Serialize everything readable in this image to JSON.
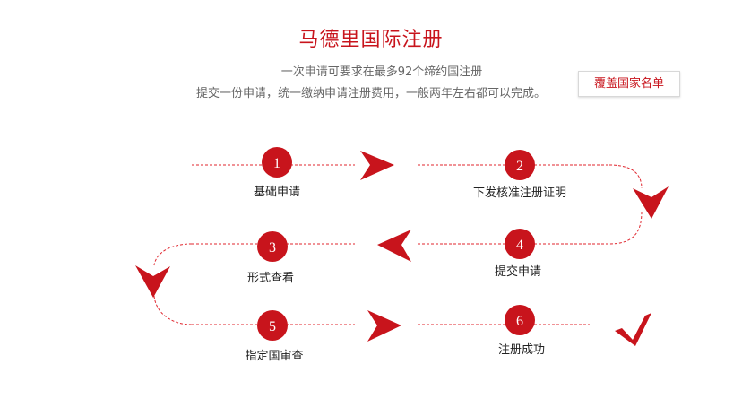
{
  "header": {
    "title": "马德里国际注册",
    "subtitle_line1": "一次申请可要求在最多92个缔约国注册",
    "subtitle_line2": "提交一份申请，统一缴纳申请注册费用，一般两年左右都可以完成。",
    "country_list_button": "覆盖国家名单"
  },
  "steps": [
    {
      "number": "1",
      "label": "基础申请"
    },
    {
      "number": "2",
      "label": "下发核准注册证明"
    },
    {
      "number": "3",
      "label": "形式查看"
    },
    {
      "number": "4",
      "label": "提交申请"
    },
    {
      "number": "5",
      "label": "指定国审查"
    },
    {
      "number": "6",
      "label": "注册成功"
    }
  ],
  "colors": {
    "accent": "#c8141c",
    "line": "#e0262e"
  }
}
